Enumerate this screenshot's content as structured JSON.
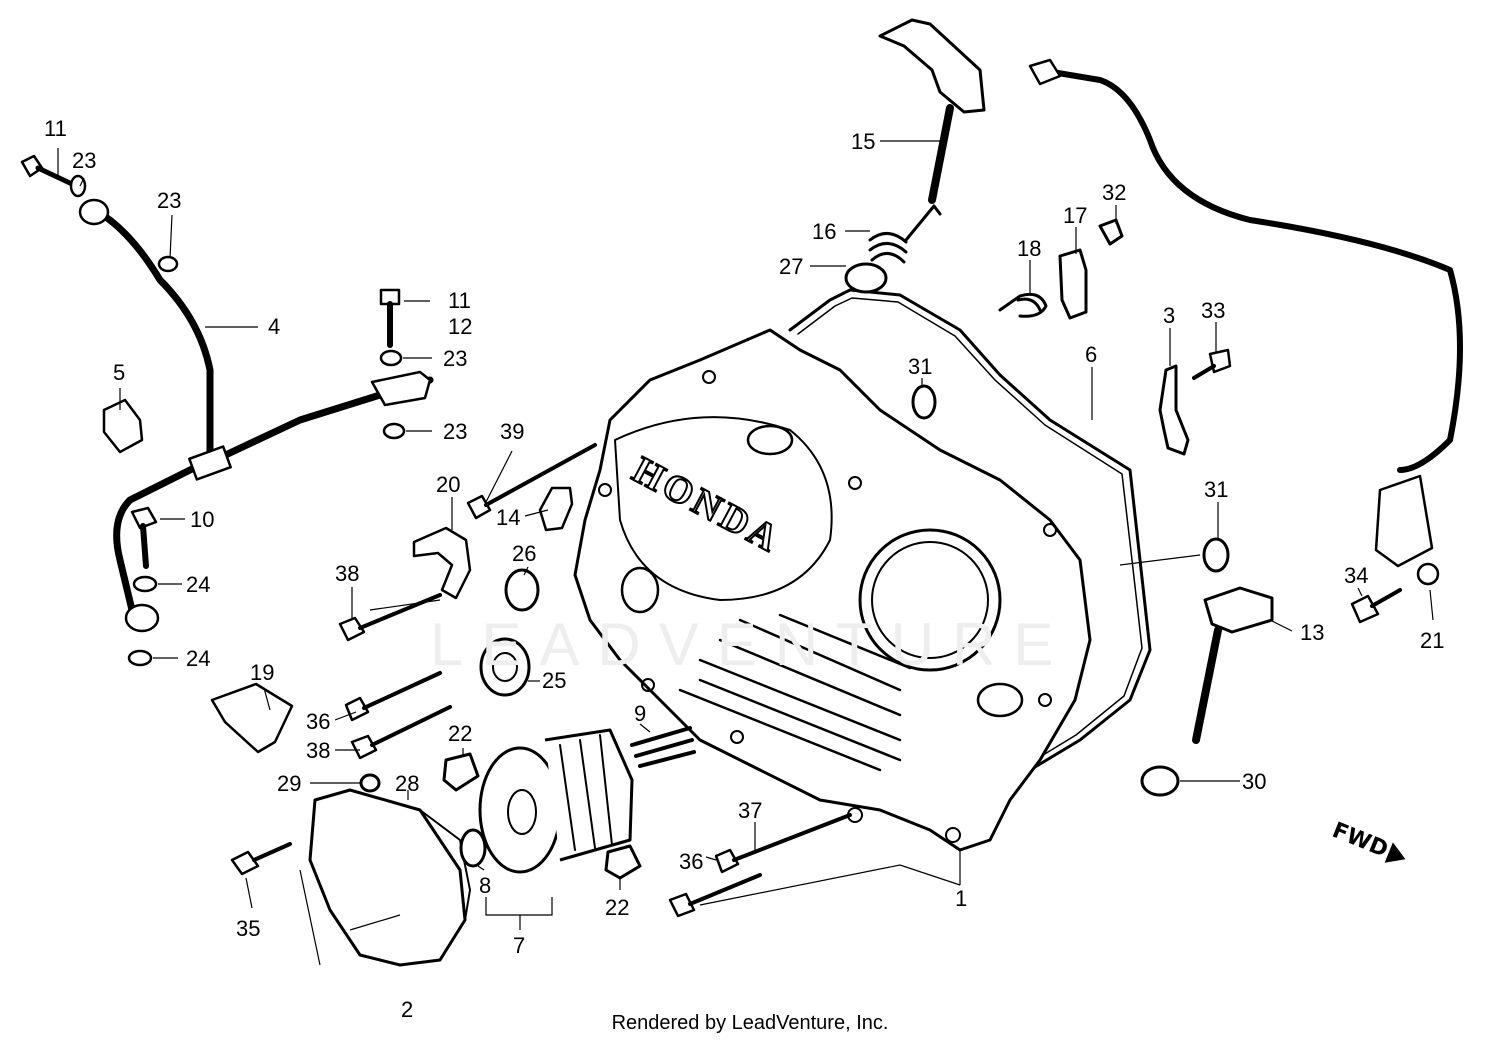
{
  "watermark": "LEADVENTURE",
  "credit": "Rendered by LeadVenture, Inc.",
  "fwd_label": "FWD",
  "brand_stamp": "HONDA",
  "callouts": [
    {
      "id": "c11a",
      "text": "11"
    },
    {
      "id": "c23a",
      "text": "23"
    },
    {
      "id": "c23b",
      "text": "23"
    },
    {
      "id": "c4",
      "text": "4"
    },
    {
      "id": "c11b",
      "text": "11"
    },
    {
      "id": "c12",
      "text": "12"
    },
    {
      "id": "c23c",
      "text": "23"
    },
    {
      "id": "c23d",
      "text": "23"
    },
    {
      "id": "c5",
      "text": "5"
    },
    {
      "id": "c10",
      "text": "10"
    },
    {
      "id": "c24a",
      "text": "24"
    },
    {
      "id": "c24b",
      "text": "24"
    },
    {
      "id": "c39",
      "text": "39"
    },
    {
      "id": "c20",
      "text": "20"
    },
    {
      "id": "c14",
      "text": "14"
    },
    {
      "id": "c26",
      "text": "26"
    },
    {
      "id": "c38a",
      "text": "38"
    },
    {
      "id": "c25",
      "text": "25"
    },
    {
      "id": "c19",
      "text": "19"
    },
    {
      "id": "c36a",
      "text": "36"
    },
    {
      "id": "c38b",
      "text": "38"
    },
    {
      "id": "c22a",
      "text": "22"
    },
    {
      "id": "c9",
      "text": "9"
    },
    {
      "id": "c29",
      "text": "29"
    },
    {
      "id": "c28",
      "text": "28"
    },
    {
      "id": "c8",
      "text": "8"
    },
    {
      "id": "c7",
      "text": "7"
    },
    {
      "id": "c35",
      "text": "35"
    },
    {
      "id": "c2",
      "text": "2"
    },
    {
      "id": "c22b",
      "text": "22"
    },
    {
      "id": "c37",
      "text": "37"
    },
    {
      "id": "c36b",
      "text": "36"
    },
    {
      "id": "c1",
      "text": "1"
    },
    {
      "id": "c15",
      "text": "15"
    },
    {
      "id": "c16",
      "text": "16"
    },
    {
      "id": "c27",
      "text": "27"
    },
    {
      "id": "c18",
      "text": "18"
    },
    {
      "id": "c17",
      "text": "17"
    },
    {
      "id": "c32",
      "text": "32"
    },
    {
      "id": "c31a",
      "text": "31"
    },
    {
      "id": "c6",
      "text": "6"
    },
    {
      "id": "c3",
      "text": "3"
    },
    {
      "id": "c33",
      "text": "33"
    },
    {
      "id": "c31b",
      "text": "31"
    },
    {
      "id": "c13",
      "text": "13"
    },
    {
      "id": "c30",
      "text": "30"
    },
    {
      "id": "c34",
      "text": "34"
    },
    {
      "id": "c21",
      "text": "21"
    }
  ]
}
